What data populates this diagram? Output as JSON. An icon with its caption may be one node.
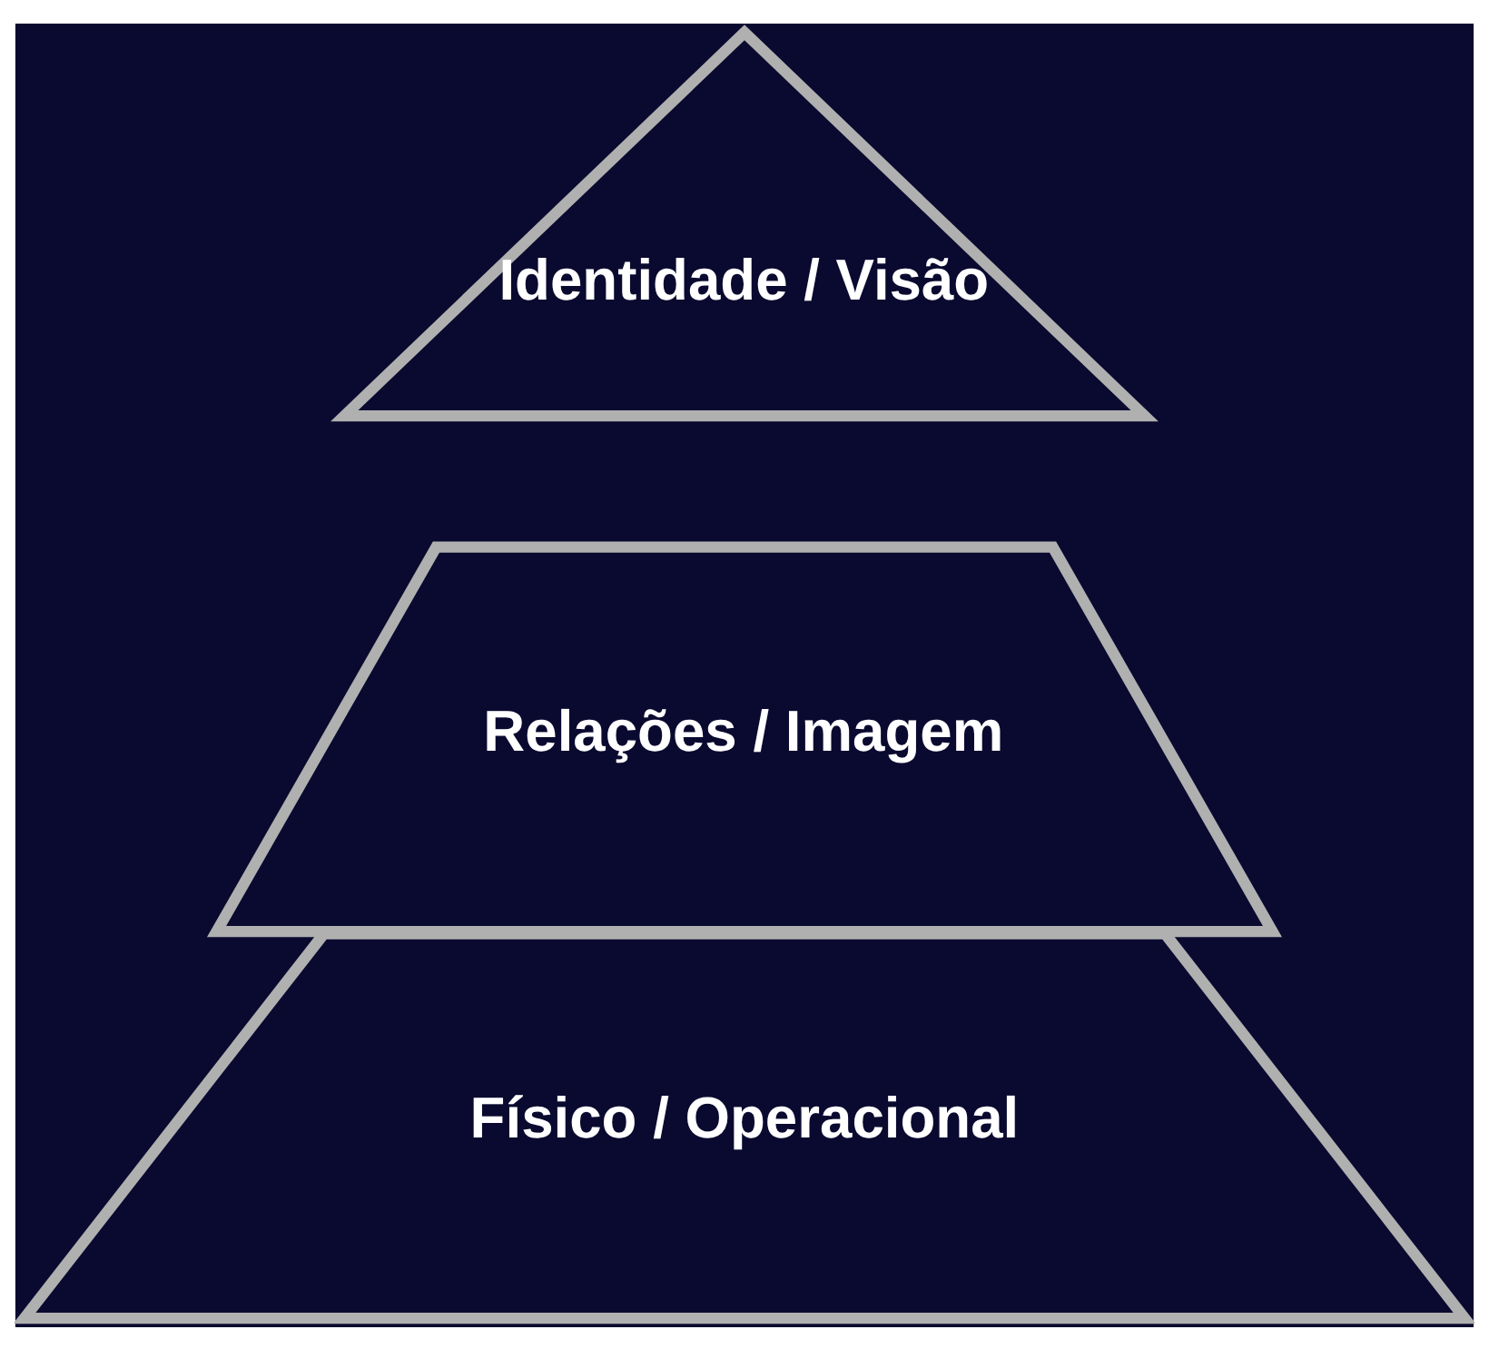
{
  "diagram": {
    "nodes": [
      {
        "text": [
          "Identidade / Visão"
        ]
      },
      {
        "text": [
          "Relações / Imagem"
        ]
      },
      {
        "text": [
          "Físico / Operacional"
        ]
      }
    ]
  }
}
